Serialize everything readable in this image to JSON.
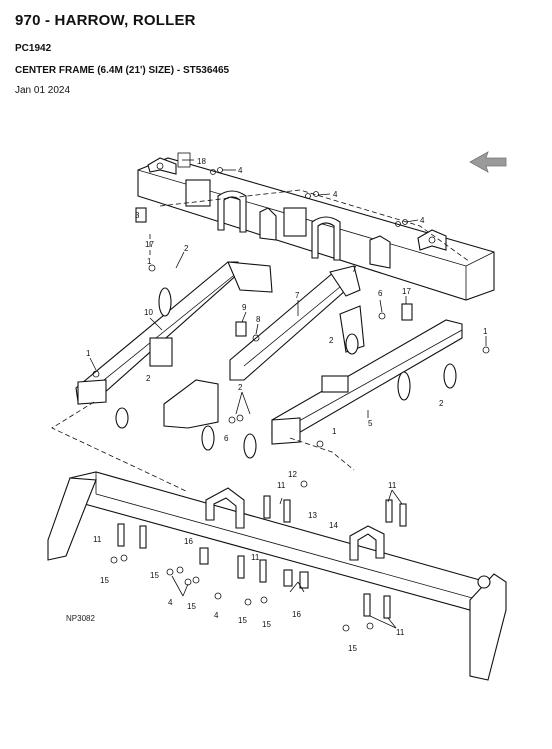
{
  "header": {
    "title": "970 - HARROW, ROLLER",
    "code": "PC1942",
    "subtitle": "CENTER FRAME (6.4M (21') SIZE) - ST536465",
    "date": "Jan 01 2024"
  },
  "figure": {
    "id": "NP3082",
    "callouts": [
      {
        "id": "c18",
        "text": "18"
      },
      {
        "id": "c4a",
        "text": "4"
      },
      {
        "id": "c4b",
        "text": "4"
      },
      {
        "id": "c4c",
        "text": "4"
      },
      {
        "id": "c3",
        "text": "3"
      },
      {
        "id": "c17a",
        "text": "17"
      },
      {
        "id": "c2a",
        "text": "2"
      },
      {
        "id": "c1a",
        "text": "1"
      },
      {
        "id": "c7a",
        "text": "7"
      },
      {
        "id": "c7b",
        "text": "7"
      },
      {
        "id": "c10",
        "text": "10"
      },
      {
        "id": "c9",
        "text": "9"
      },
      {
        "id": "c8",
        "text": "8"
      },
      {
        "id": "c6a",
        "text": "6"
      },
      {
        "id": "c17b",
        "text": "17"
      },
      {
        "id": "c2b",
        "text": "2"
      },
      {
        "id": "c1b",
        "text": "1"
      },
      {
        "id": "c1c",
        "text": "1"
      },
      {
        "id": "c2c",
        "text": "2"
      },
      {
        "id": "c2d",
        "text": "2"
      },
      {
        "id": "c5",
        "text": "5"
      },
      {
        "id": "c2e",
        "text": "2"
      },
      {
        "id": "c6b",
        "text": "6"
      },
      {
        "id": "c1d",
        "text": "1"
      },
      {
        "id": "c12",
        "text": "12"
      },
      {
        "id": "c11a",
        "text": "11"
      },
      {
        "id": "c11b",
        "text": "11"
      },
      {
        "id": "c13",
        "text": "13"
      },
      {
        "id": "c14",
        "text": "14"
      },
      {
        "id": "c11c",
        "text": "11"
      },
      {
        "id": "c16a",
        "text": "16"
      },
      {
        "id": "c15a",
        "text": "15"
      },
      {
        "id": "c11d",
        "text": "11"
      },
      {
        "id": "c15b",
        "text": "15"
      },
      {
        "id": "c4d",
        "text": "4"
      },
      {
        "id": "c15c",
        "text": "15"
      },
      {
        "id": "c4e",
        "text": "4"
      },
      {
        "id": "c15d",
        "text": "15"
      },
      {
        "id": "c15e",
        "text": "15"
      },
      {
        "id": "c16b",
        "text": "16"
      },
      {
        "id": "c11e",
        "text": "11"
      },
      {
        "id": "c15f",
        "text": "15"
      }
    ]
  }
}
